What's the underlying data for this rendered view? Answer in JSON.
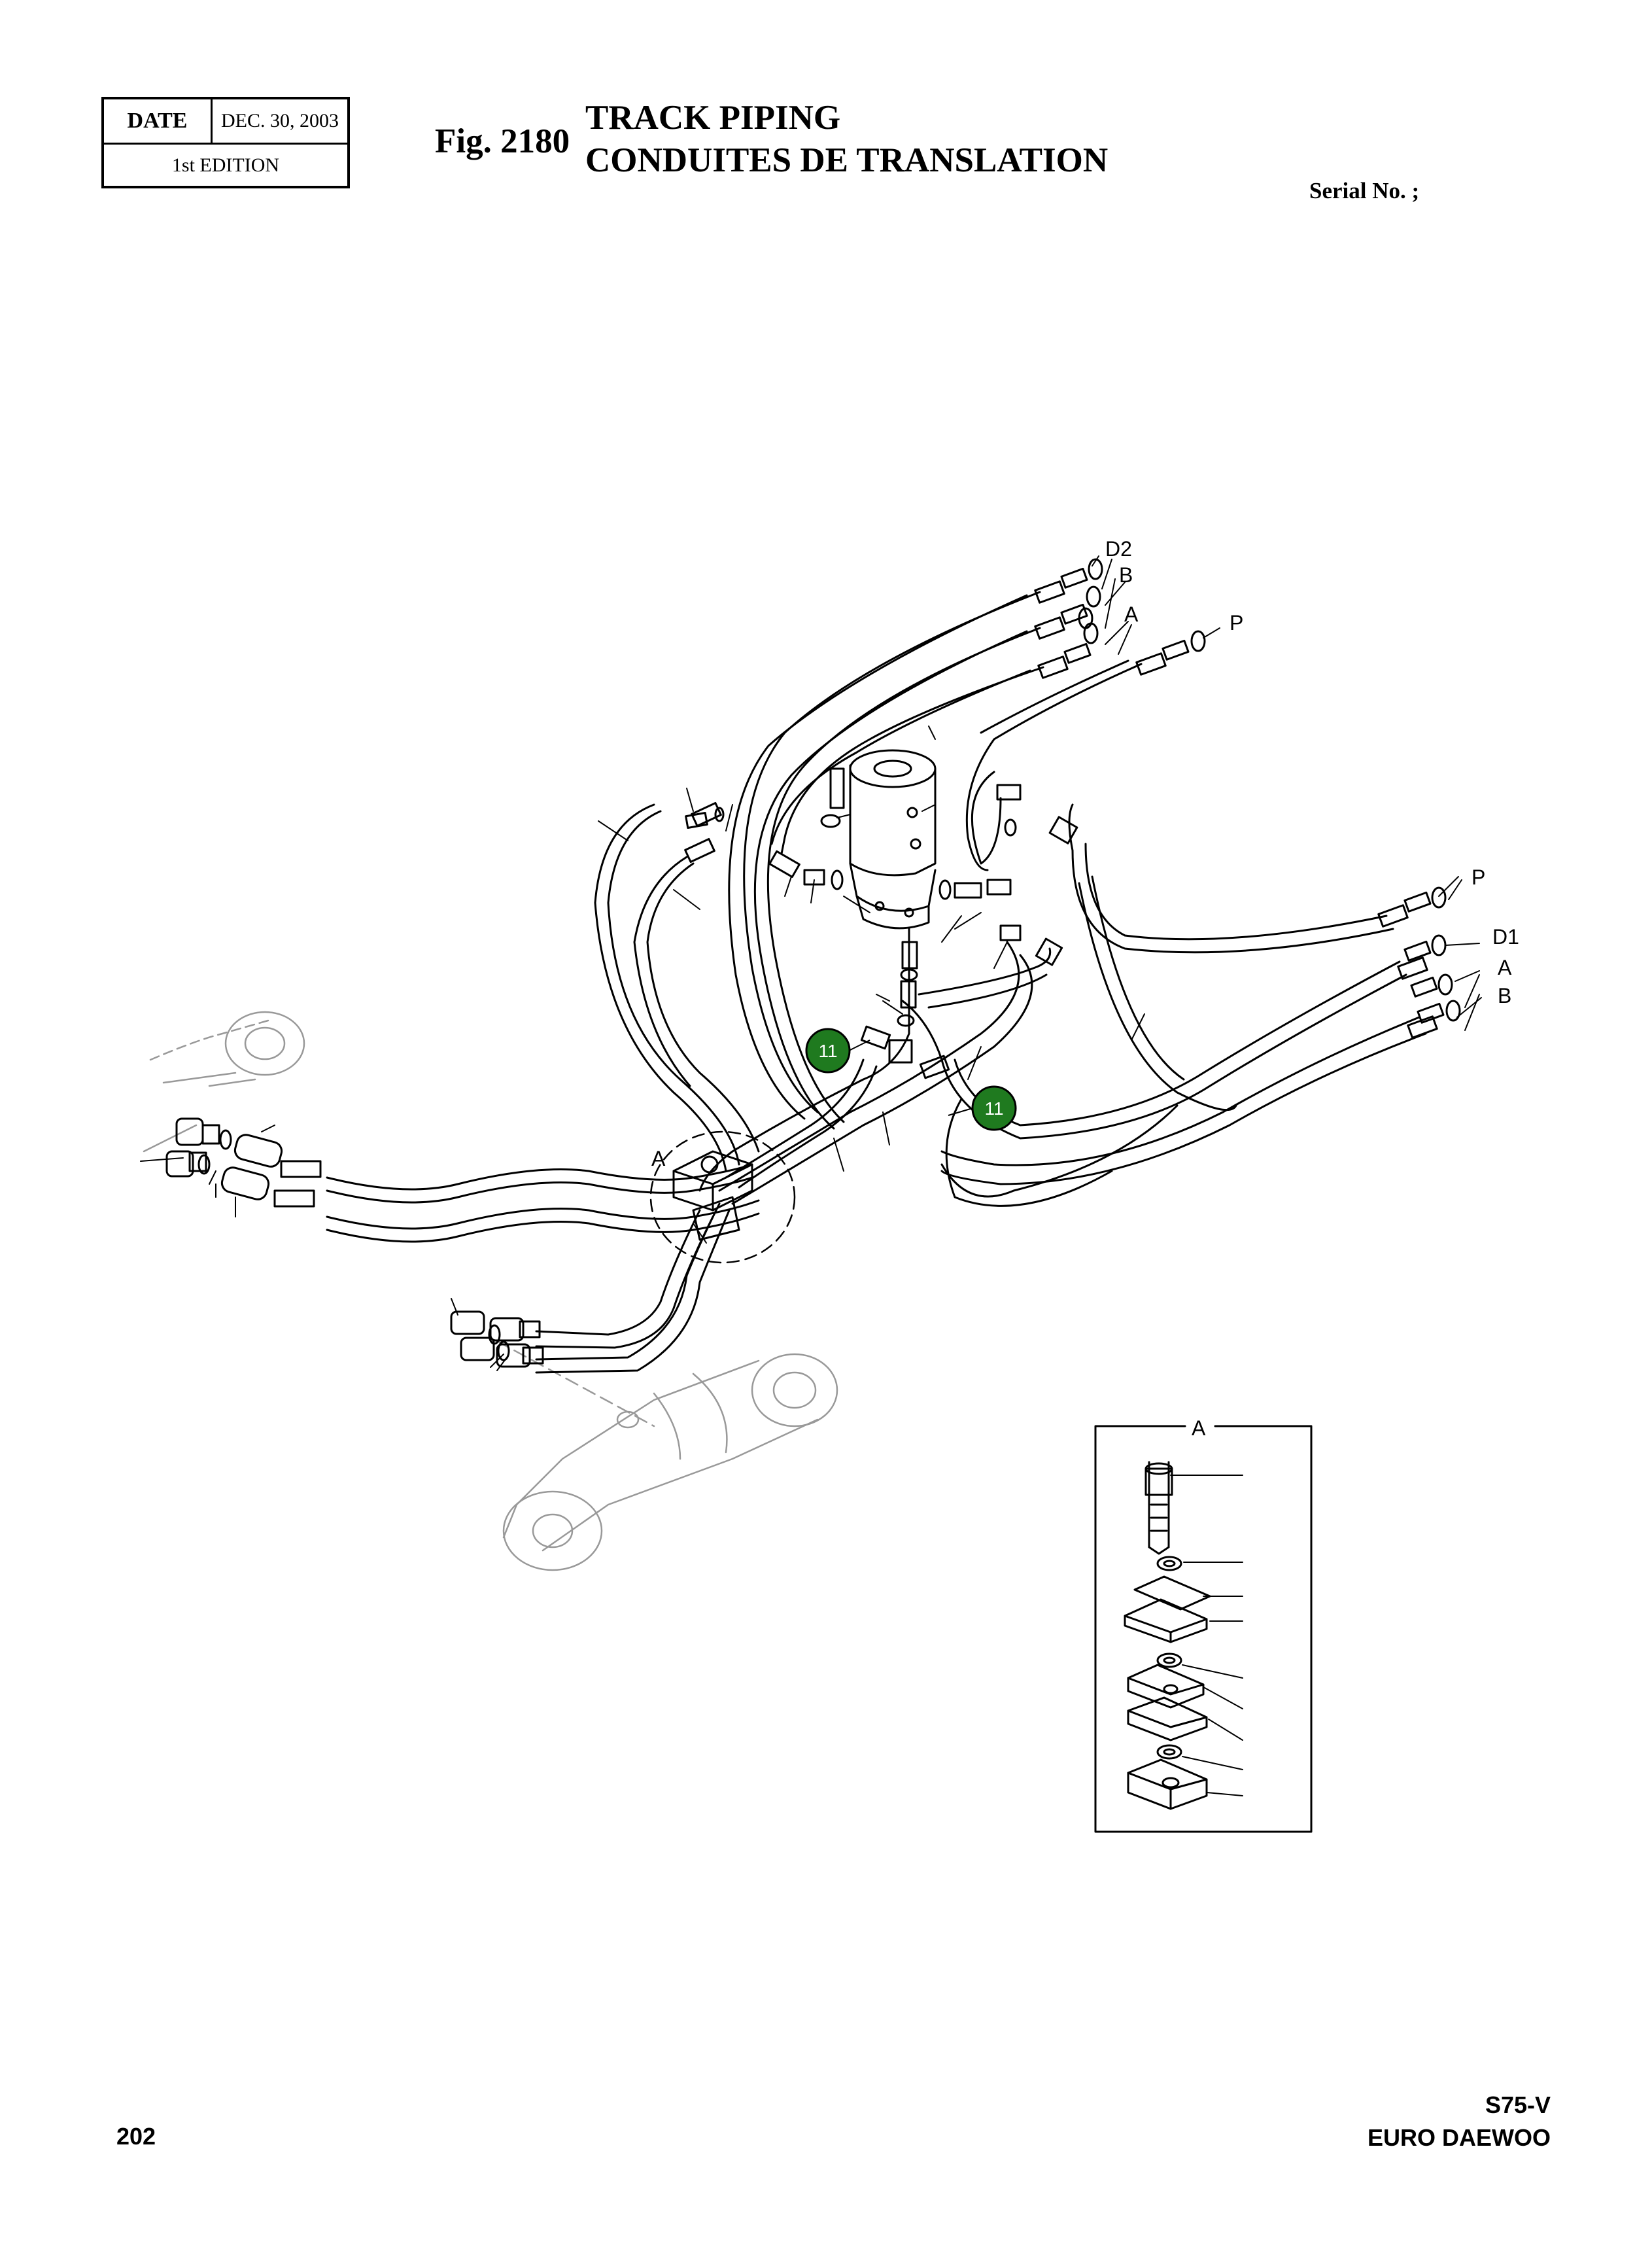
{
  "header": {
    "date_label": "DATE",
    "date_value": "DEC. 30, 2003",
    "edition": "1st EDITION",
    "fig_number": "Fig. 2180",
    "title_en": "TRACK PIPING",
    "title_fr": "CONDUITES DE TRANSLATION",
    "serial": "Serial No. ;"
  },
  "diagram": {
    "port_labels": {
      "d2": "D2",
      "b_top": "B",
      "a_top": "A",
      "p_top": "P",
      "p_right": "P",
      "d1": "D1",
      "a_right": "A",
      "b_right": "B",
      "detail_ref": "A"
    },
    "callouts": [
      {
        "label": "11"
      },
      {
        "label": "11"
      }
    ],
    "detail_title": "A",
    "callout_color": "#1f7a1f"
  },
  "footer": {
    "page_number": "202",
    "model": "S75-V",
    "brand": "EURO DAEWOO"
  }
}
